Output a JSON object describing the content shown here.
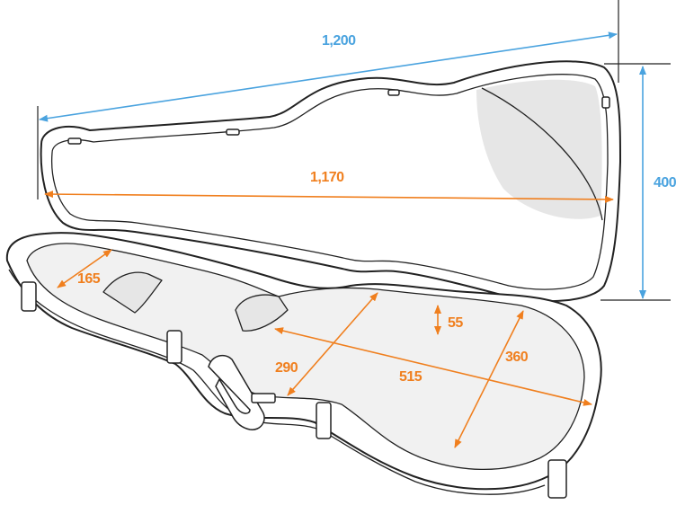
{
  "colors": {
    "external_dimension": "#4aa3df",
    "internal_dimension": "#f07f1e",
    "outline": "#222222"
  },
  "dimensions": {
    "external_length": "1,200",
    "external_height": "400",
    "internal_length": "1,170",
    "neck_width": "165",
    "body_depth": "55",
    "upper_bout": "290",
    "body_length": "515",
    "lower_bout": "360"
  }
}
